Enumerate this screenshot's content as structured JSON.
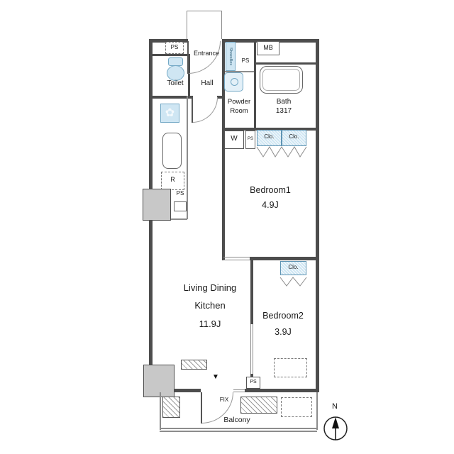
{
  "plan": {
    "rooms": {
      "entrance": {
        "label": "Entrance"
      },
      "hall": {
        "label": "Hall"
      },
      "toilet": {
        "label": "Toilet"
      },
      "powder_room": {
        "line1": "Powder",
        "line2": "Room"
      },
      "bath": {
        "label": "Bath",
        "size": "1317"
      },
      "bedroom1": {
        "label": "Bedroom1",
        "size": "4.9J"
      },
      "living_dining_kitchen": {
        "line1": "Living Dining",
        "line2": "Kitchen",
        "size": "11.9J"
      },
      "bedroom2": {
        "label": "Bedroom2",
        "size": "3.9J"
      },
      "balcony": {
        "label": "Balcony"
      }
    },
    "fixtures": {
      "pipe_space": "PS",
      "meter_box": "MB",
      "shoes_box": "ShoesBox",
      "washer": "W",
      "refrigerator": "R",
      "closet": "Clo.",
      "fix_window": "FIX"
    },
    "icons": {
      "stove_flower": "✿",
      "door_marker": "▼"
    },
    "compass": {
      "north": "N"
    },
    "colors": {
      "wall": "#4d4d4d",
      "fixture_fill": "#cfe6f3",
      "fixture_border": "#74a9c6",
      "column_fill": "#c8c8c8"
    }
  }
}
